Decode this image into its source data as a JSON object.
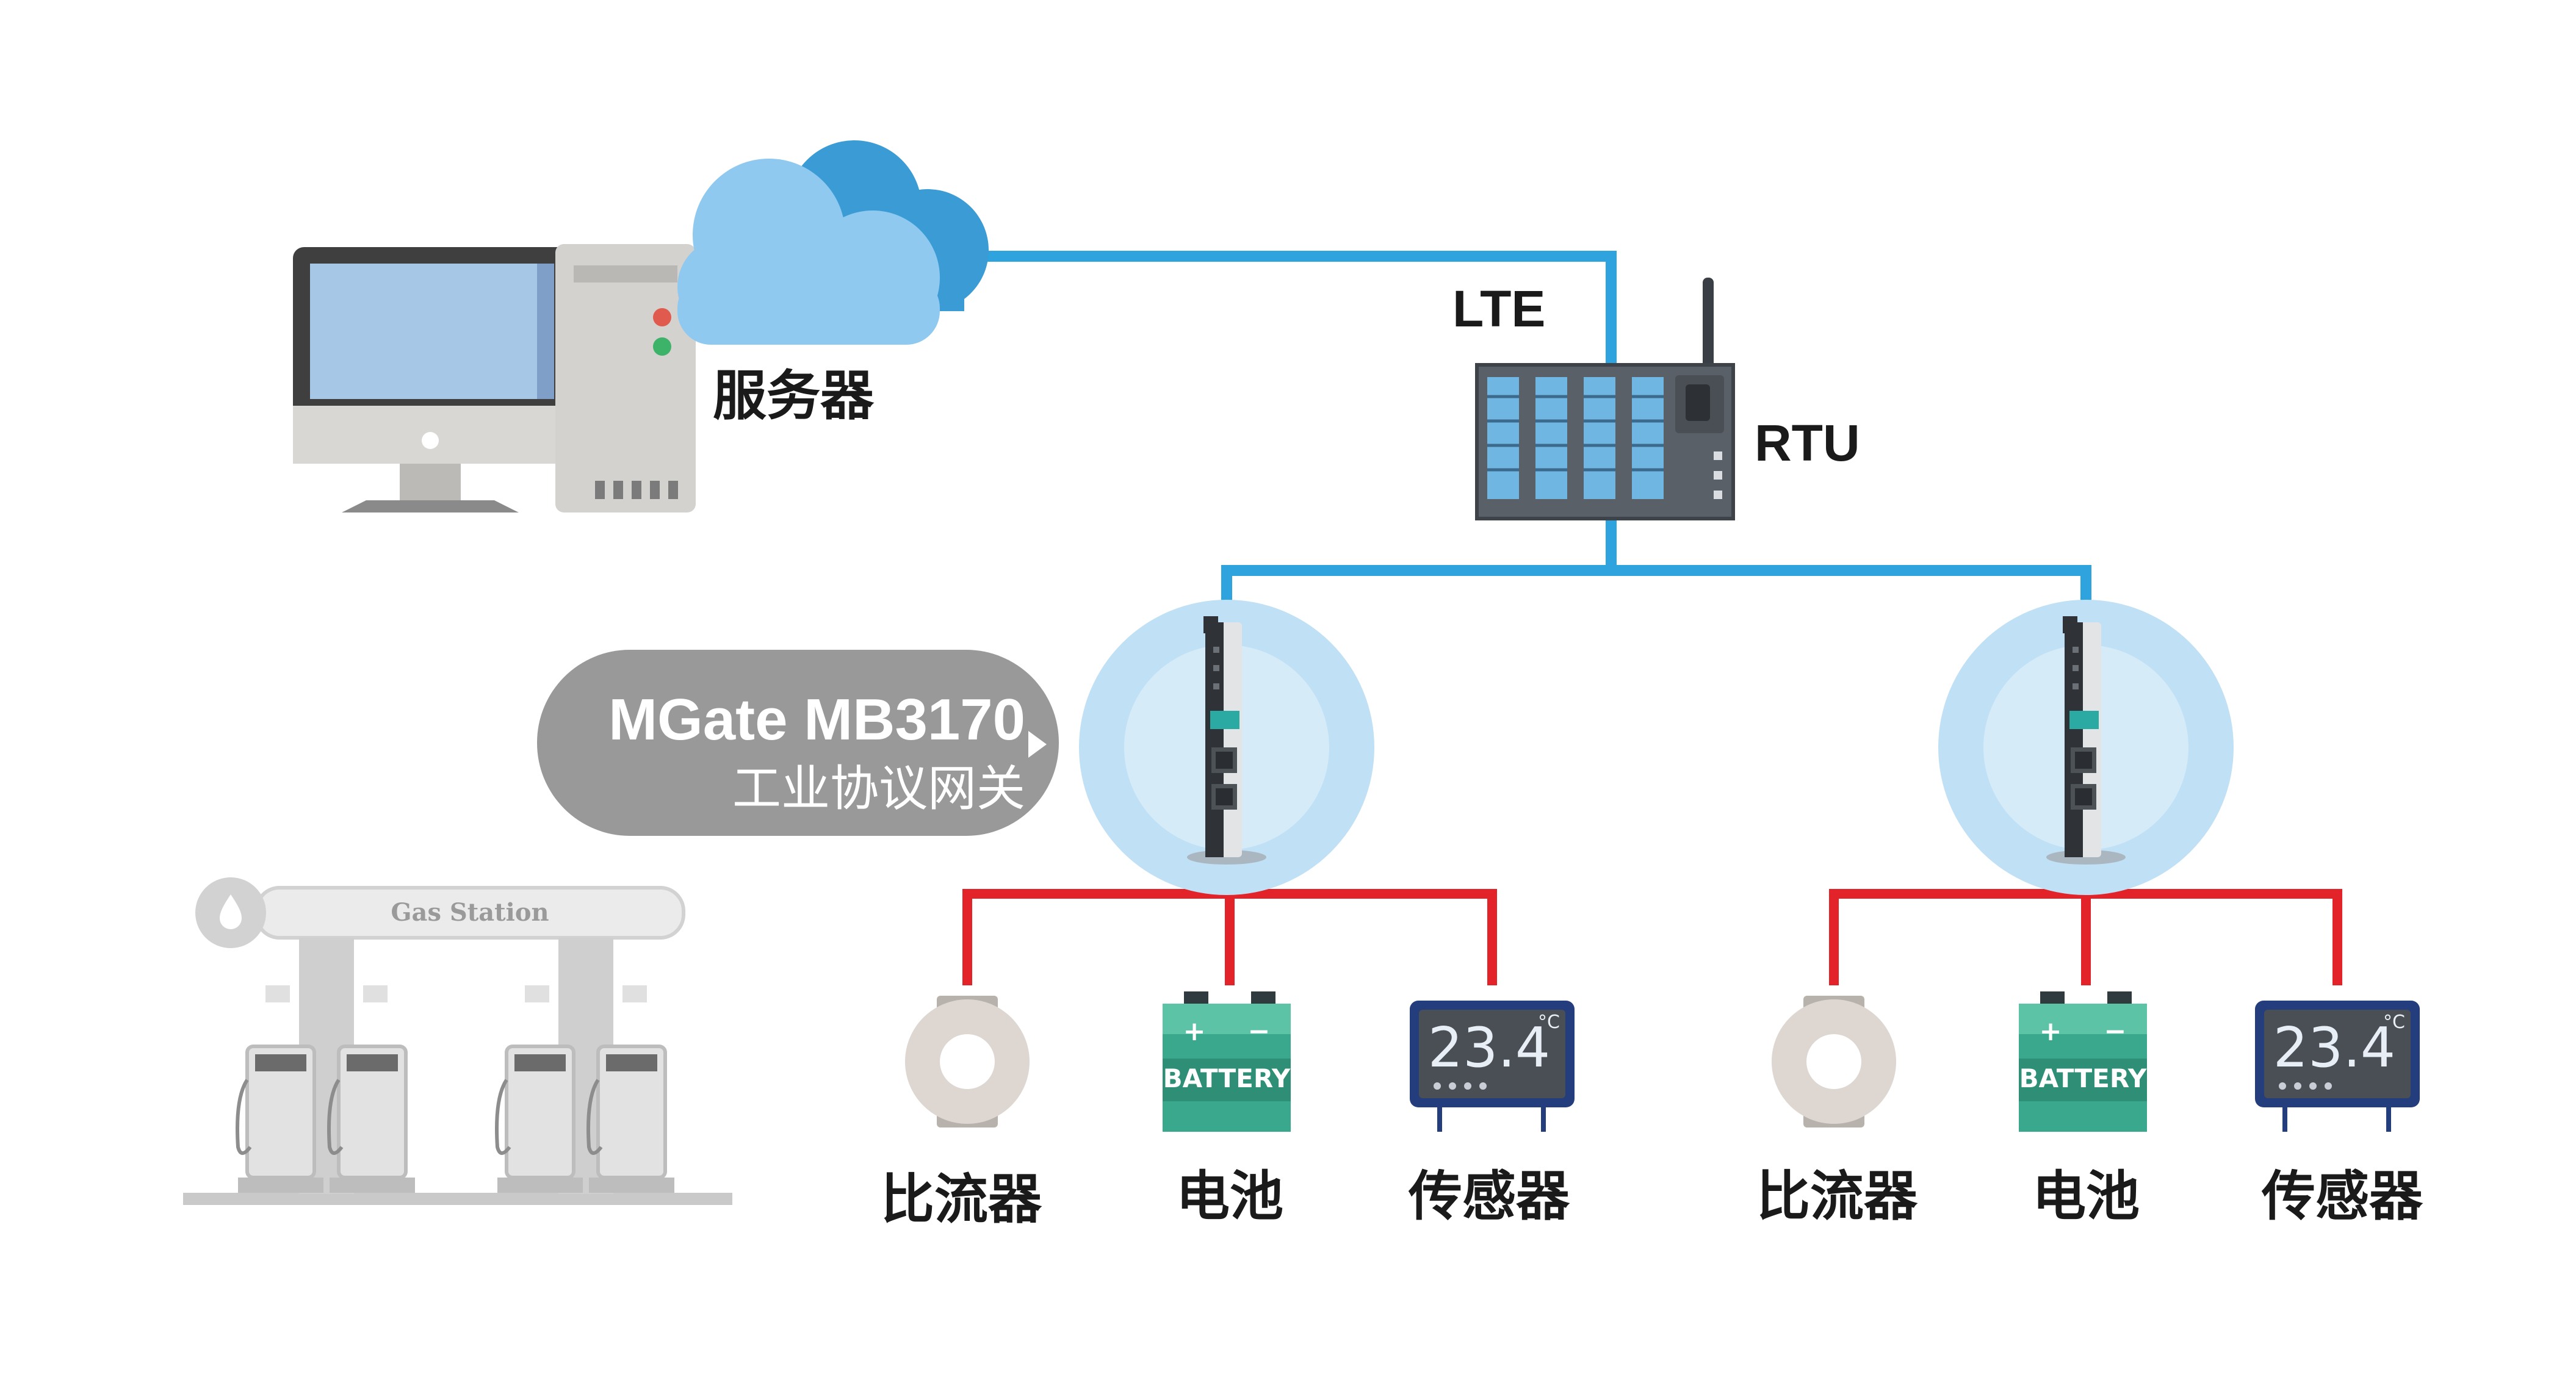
{
  "labels": {
    "server": "服务器",
    "lte": "LTE",
    "rtu": "RTU"
  },
  "gateway_callout": {
    "title": "MGate MB3170",
    "subtitle": "工业协议网关"
  },
  "gas_station": {
    "sign": "Gas Station"
  },
  "branches": [
    {
      "devices": [
        {
          "label": "比流器"
        },
        {
          "label": "电池",
          "battery_text": "BATTERY"
        },
        {
          "label": "传感器",
          "reading": "23.4",
          "unit": "°C"
        }
      ]
    },
    {
      "devices": [
        {
          "label": "比流器"
        },
        {
          "label": "电池",
          "battery_text": "BATTERY"
        },
        {
          "label": "传感器",
          "reading": "23.4",
          "unit": "°C"
        }
      ]
    }
  ],
  "colors": {
    "network_line": "#2ea3dd",
    "device_line": "#e3232a",
    "cloud_light": "#8fc9ef",
    "cloud_dark": "#3a9bd5",
    "callout_bg": "#999999",
    "gateway_halo": "#bfe0f5",
    "battery": "#3aa88c",
    "sensor_frame": "#243d7c"
  }
}
